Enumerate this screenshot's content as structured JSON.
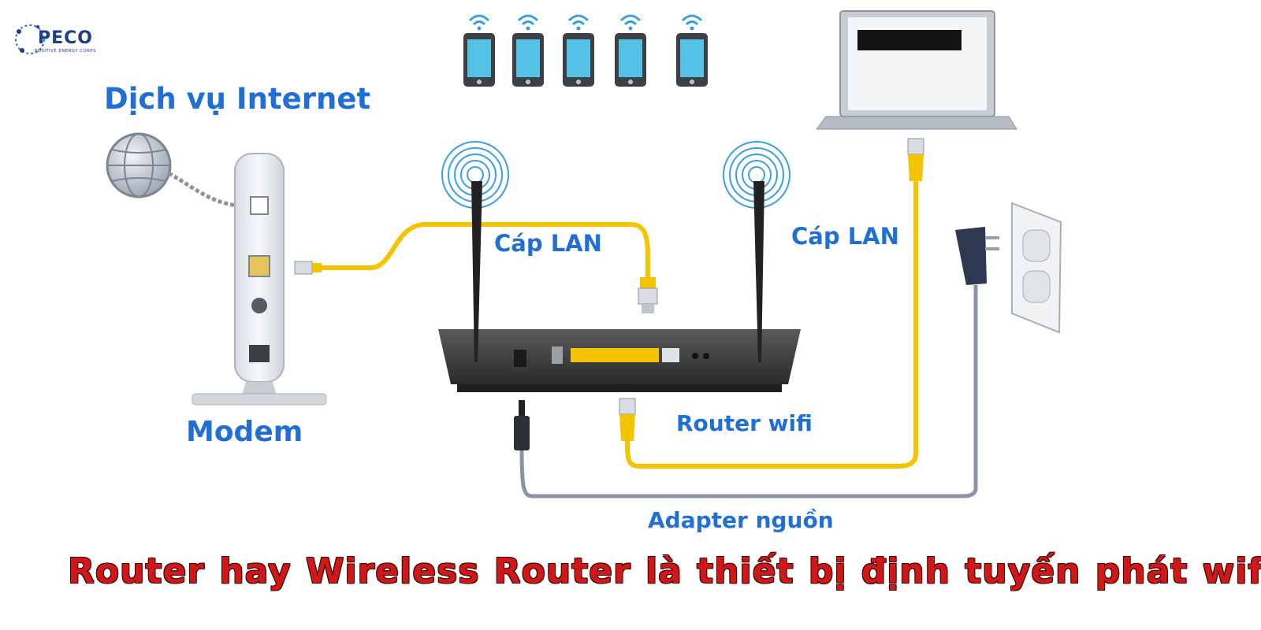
{
  "logo": {
    "name": "PECO",
    "tagline": "POSITIVE ENERGY CORPS"
  },
  "labels": {
    "internet_service": "Dịch vụ Internet",
    "modem": "Modem",
    "lan_cable_1": "Cáp LAN",
    "lan_cable_2": "Cáp LAN",
    "router_wifi": "Router wifi",
    "power_adapter": "Adapter nguồn"
  },
  "caption": "Router hay Wireless  Router là thiết bị định tuyến phát wifi",
  "devices": {
    "phone_count": 5
  },
  "colors": {
    "label_blue": "#1f6fd6",
    "caption_red": "#d11818",
    "lan_cable": "#f5c400",
    "power_cable": "#8a93a6",
    "phone_screen": "#54c2e6",
    "router_body": "#333333",
    "wifi_rings": "#3a9fe0"
  }
}
